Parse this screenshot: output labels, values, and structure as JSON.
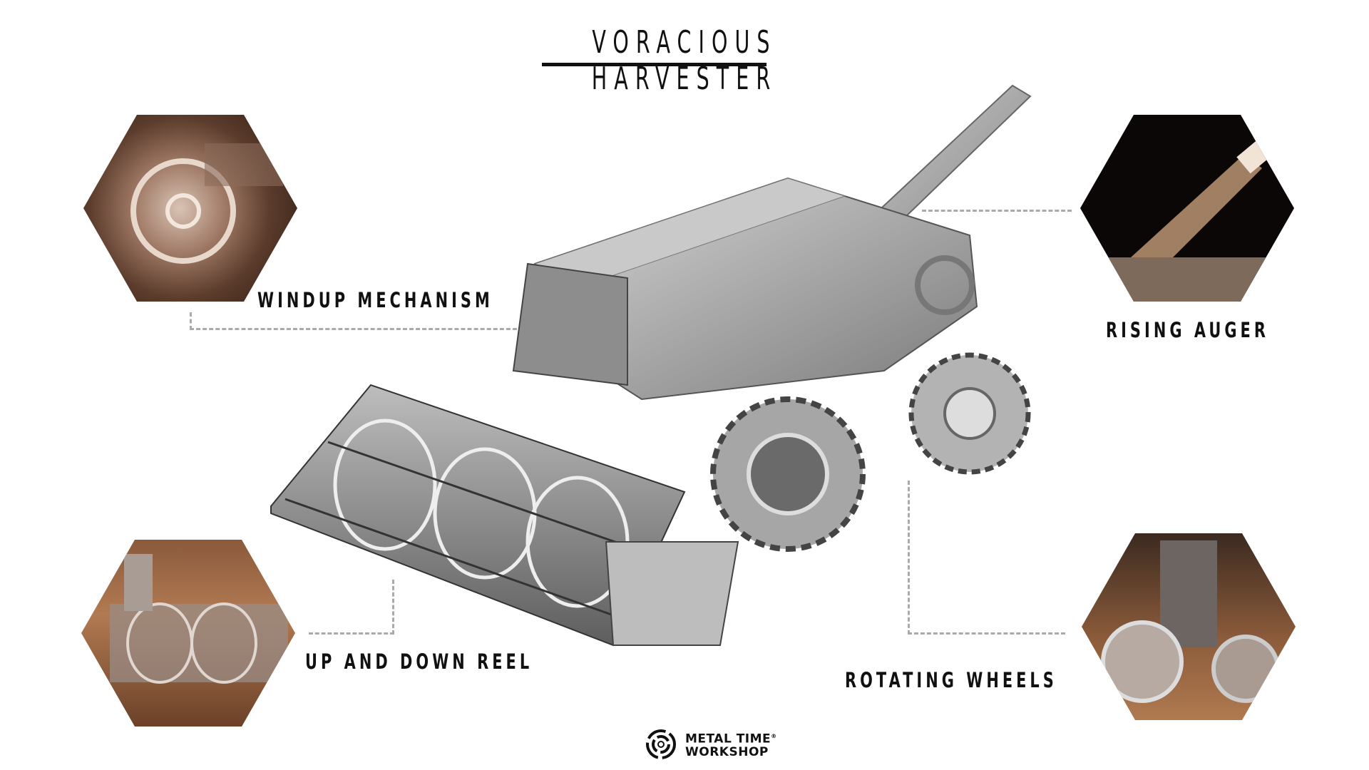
{
  "title": "VORACIOUS HARVESTER",
  "features": {
    "windup": "WINDUP MECHANISM",
    "auger": "RISING AUGER",
    "reel": "UP AND DOWN REEL",
    "wheels": "ROTATING WHEELS"
  },
  "brand": {
    "line1": "METAL TIME",
    "registered": "®",
    "line2": "WORKSHOP"
  },
  "colors": {
    "text": "#111111",
    "dash": "#aaaaaa",
    "metal": "#9a9a9a"
  }
}
